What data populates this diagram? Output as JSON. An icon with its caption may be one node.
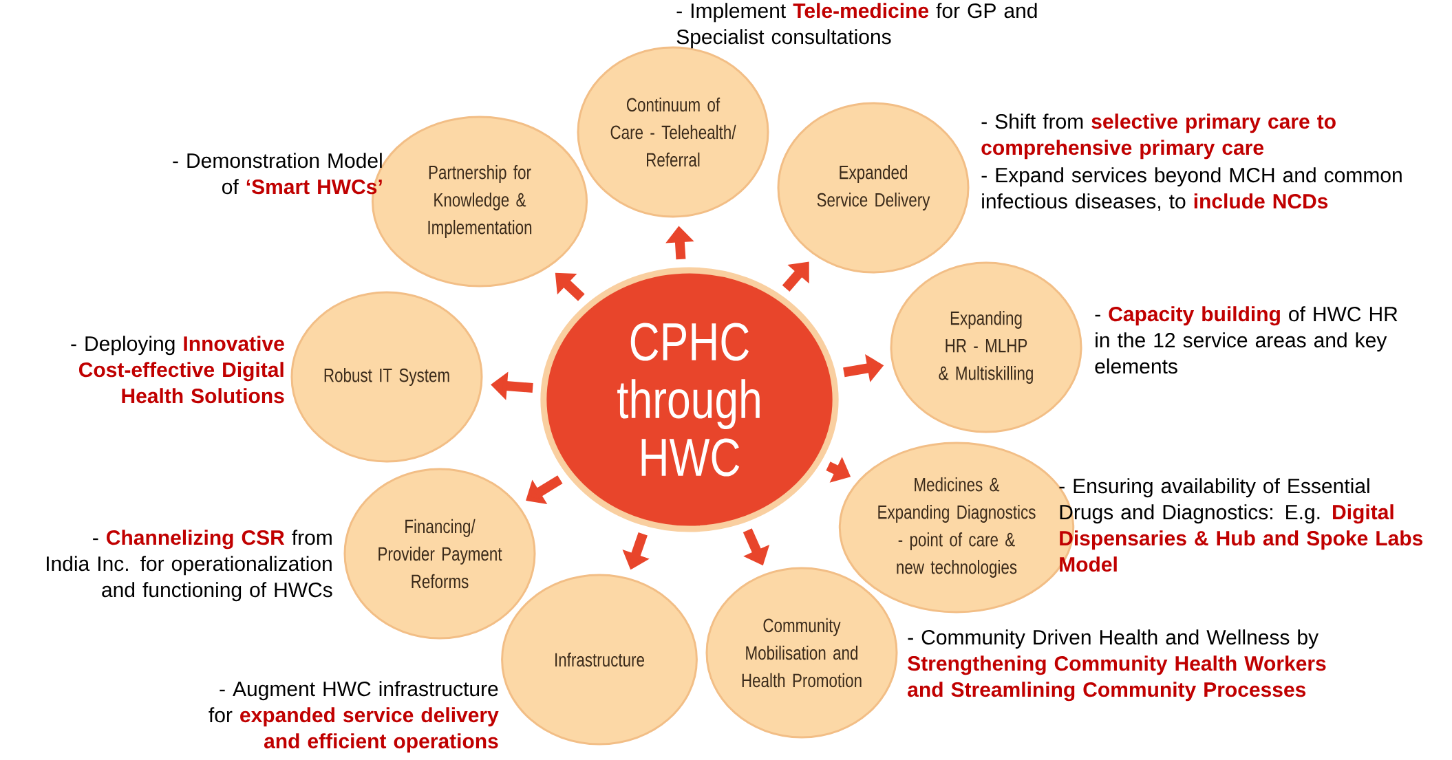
{
  "diagram": {
    "nodes": [
      {
        "text": [
          "CPHC through HWC"
        ]
      },
      {
        "text": [
          "Continuum of Care - Telehealth/ Referral"
        ],
        "beside": [
          "- Implement **Tele-medicine** for GP and Specialist consultations"
        ]
      },
      {
        "text": [
          "Expanded Service Delivery"
        ],
        "beside": [
          "- Shift from **selective primary care to comprehensive primary care**",
          "- Expand services beyond MCH and common infectious diseases, to **include NCDs**"
        ]
      },
      {
        "text": [
          "Expanding HR - MLHP & Multiskilling"
        ],
        "beside": [
          "- **Capacity building** of HWC HR in the 12 service areas and key elements"
        ]
      },
      {
        "text": [
          "Medicines & Expanding Diagnostics - point of care & new technologies"
        ],
        "beside": [
          "- Ensuring availability of Essential Drugs and Diagnostics: E.g. **Digital Dispensaries & Hub and Spoke Labs Model**"
        ]
      },
      {
        "text": [
          "Community Mobilisation and Health Promotion"
        ],
        "beside": [
          "- Community Driven Health and Wellness by **Strengthening Community Health Workers and Streamlining Community Processes**"
        ]
      },
      {
        "text": [
          "Infrastructure"
        ],
        "beside": [
          "- Augment HWC infrastructure for **expanded service delivery and efficient operations**"
        ]
      },
      {
        "text": [
          "Financing/ Provider Payment Reforms"
        ],
        "beside": [
          "- **Channelizing CSR** from India Inc. for operationalization and functioning of HWCs"
        ]
      },
      {
        "text": [
          "Robust IT System"
        ],
        "beside": [
          "- Deploying **Innovative Cost-effective Digital Health Solutions**"
        ]
      },
      {
        "text": [
          "Partnership for Knowledge & Implementation"
        ],
        "beside": [
          "- Demonstration Model of **‘Smart HWCs’**"
        ]
      }
    ],
    "edges": [
      {
        "from": 0,
        "to": 1,
        "arrow": "to"
      },
      {
        "from": 0,
        "to": 2,
        "arrow": "to"
      },
      {
        "from": 0,
        "to": 3,
        "arrow": "to"
      },
      {
        "from": 0,
        "to": 4,
        "arrow": "to"
      },
      {
        "from": 0,
        "to": 5,
        "arrow": "to"
      },
      {
        "from": 0,
        "to": 6,
        "arrow": "to"
      },
      {
        "from": 0,
        "to": 7,
        "arrow": "to"
      },
      {
        "from": 0,
        "to": 8,
        "arrow": "to"
      },
      {
        "from": 0,
        "to": 9,
        "arrow": "to"
      }
    ]
  }
}
